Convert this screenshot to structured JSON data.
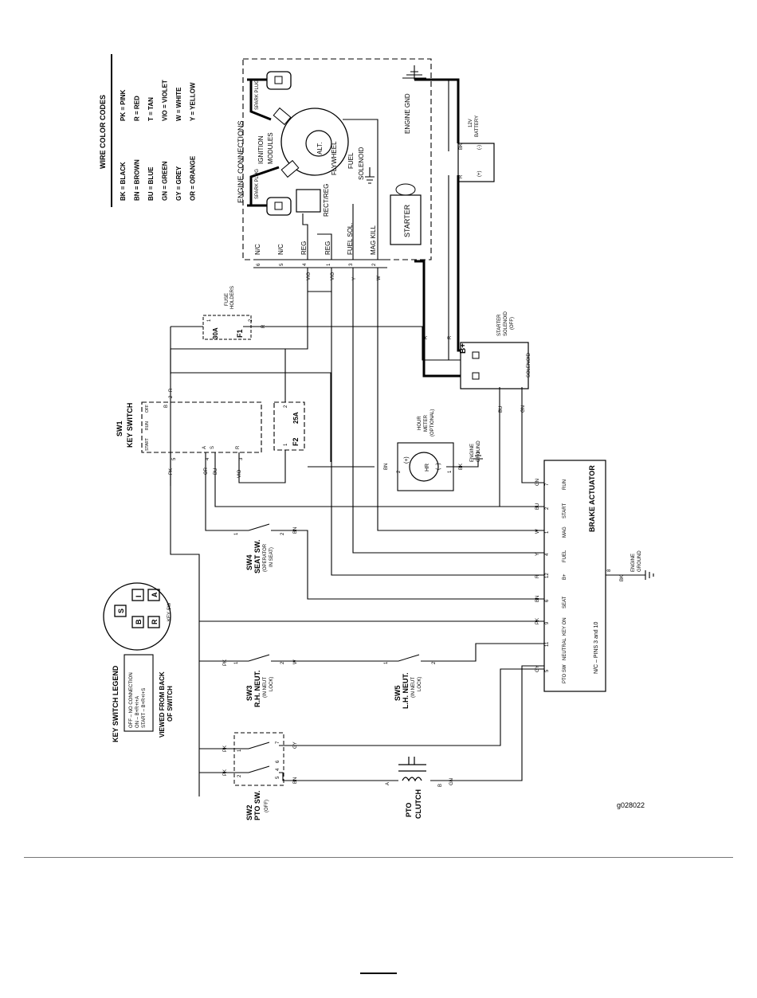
{
  "wire_color_codes": {
    "title": "WIRE COLOR CODES",
    "left": [
      "BK = BLACK",
      "BN = BROWN",
      "BU = BLUE",
      "GN = GREEN",
      "GY = GREY",
      "OR = ORANGE"
    ],
    "right": [
      "PK = PINK",
      "R = RED",
      "T = TAN",
      "VIO = VIOLET",
      "W = WHITE",
      "Y = YELLOW"
    ]
  },
  "engine": {
    "title": "ENGINE CONNECTIONS",
    "spark_plug": "SPARK PLUG",
    "ignition_modules": [
      "IGNITION",
      "MODULES"
    ],
    "alt": "ALT.",
    "flywheel": "FLYWHEEL",
    "fuel_solenoid": [
      "FUEL",
      "SOLENOID"
    ],
    "rect_reg": "RECT/REG",
    "starter": "STARTER",
    "engine_gnd": "ENGINE GND",
    "connector_labels": [
      "N/C",
      "N/C",
      "REG",
      "REG",
      "FUEL SOL.",
      "MAG KILL"
    ],
    "connector_pins": [
      "6",
      "5",
      "4",
      "1",
      "3",
      "2"
    ],
    "wire_codes": [
      "VIO",
      "VIO",
      "Y",
      "W"
    ]
  },
  "battery": {
    "label": [
      "12V",
      "BATTERY"
    ],
    "plus": "(+)",
    "minus": "(-)",
    "wires": [
      "BK",
      "R"
    ]
  },
  "fuse_holders": {
    "label": [
      "FUSE",
      "HOLDERS"
    ],
    "f1": "F1",
    "f1_rating": "30A",
    "f2": "F2",
    "f2_rating": "25A",
    "pins": [
      "1",
      "2"
    ],
    "wire": "R"
  },
  "starter_solenoid": {
    "label": [
      "STARTER",
      "SOLENOID",
      "(OFF)"
    ],
    "b_plus": "B+",
    "solenoid": "SOLENOID",
    "wires": [
      "R",
      "R",
      "BU",
      "GN"
    ]
  },
  "sw1": {
    "title": [
      "SW1",
      "KEY SWITCH"
    ],
    "positions": [
      "START",
      "RUN",
      "OFF"
    ],
    "terminals": [
      "B",
      "A",
      "S",
      "R"
    ],
    "pins": [
      "5",
      "4",
      "3",
      "2"
    ],
    "wires": [
      "PK",
      "OR",
      "BU",
      "VIO",
      "R"
    ]
  },
  "hour_meter": {
    "label": [
      "HOUR",
      "METER",
      "(OPTIONAL)"
    ],
    "hr": "HR",
    "plus": "(+)",
    "minus": "(−)",
    "pins": [
      "2",
      "1"
    ],
    "wires": [
      "BN",
      "BK"
    ],
    "ground": [
      "ENGINE",
      "GROUND"
    ]
  },
  "sw4": {
    "title": [
      "SW4",
      "SEAT SW.",
      "(OPERATOR",
      "IN SEAT)"
    ],
    "pins": [
      "1",
      "2"
    ],
    "wire": "BN"
  },
  "brake_actuator": {
    "title": "BRAKE ACTUATOR",
    "note": "N/C – PINS 3 and 10",
    "pins": [
      {
        "name": "RUN",
        "num": "7",
        "wire": "GN"
      },
      {
        "name": "START",
        "num": "2",
        "wire": "BU"
      },
      {
        "name": "MAG",
        "num": "1",
        "wire": "W"
      },
      {
        "name": "FUEL",
        "num": "4",
        "wire": "Y"
      },
      {
        "name": "B+",
        "num": "12",
        "wire": "R"
      },
      {
        "name": "SEAT",
        "num": "6",
        "wire": "BN"
      },
      {
        "name": "KEY ON",
        "num": "9",
        "wire": "PK"
      },
      {
        "name": "NEUTRAL",
        "num": "11",
        "wire": ""
      },
      {
        "name": "PTO SW",
        "num": "5",
        "wire": "GY"
      }
    ],
    "ground_pin": "8",
    "ground_wire": "BK",
    "ground": [
      "ENGINE",
      "GROUND"
    ]
  },
  "key_switch_legend": {
    "title": "KEY SWITCH LEGEND",
    "rows": [
      "OFF  – NO CONNECTION",
      "ON   – B+R+I+A",
      "START – B+R+I+S"
    ],
    "viewed": [
      "VIEWED FROM BACK",
      "OF SWITCH"
    ],
    "letters": [
      "S",
      "I",
      "B",
      "R",
      "A"
    ],
    "key_sw": "KEY SW"
  },
  "sw3": {
    "title": [
      "SW3",
      "R.H. NEUT.",
      "(IN NEUT",
      "LOCK)"
    ],
    "pins": [
      "1",
      "2"
    ],
    "wires": [
      "PK",
      "W"
    ]
  },
  "sw5": {
    "title": [
      "SW5",
      "L.H. NEUT.",
      "(IN NEUT",
      "LOCK)"
    ],
    "pins": [
      "1",
      "2"
    ]
  },
  "sw2": {
    "title": [
      "SW2",
      "PTO SW.",
      "(OFF)"
    ],
    "pins": [
      "1",
      "2",
      "4",
      "5",
      "6",
      "7"
    ],
    "wires": [
      "PK",
      "PK",
      "GY",
      "BN"
    ]
  },
  "pto_clutch": {
    "title": [
      "PTO",
      "CLUTCH"
    ],
    "pins": [
      "A",
      "B"
    ],
    "wire": "GN"
  },
  "figure_id": "g028022"
}
